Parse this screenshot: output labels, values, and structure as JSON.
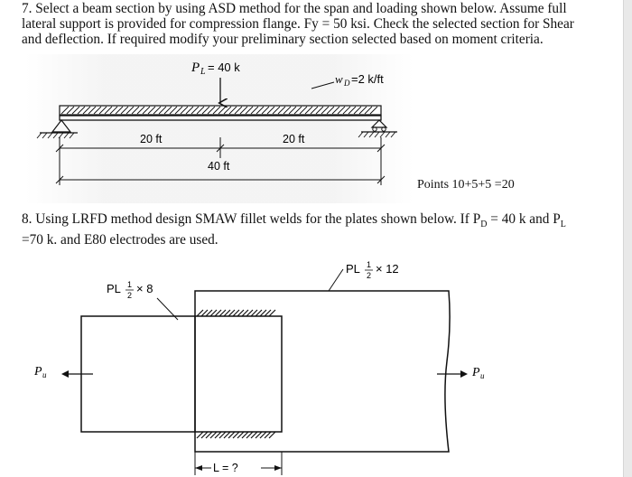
{
  "q7": {
    "text": "7. Select a beam section by using ASD method for the span and loading shown below. Assume full lateral support is provided for compression flange. Fy = 50 ksi. Check the selected section for Shear and deflection. If required modify your preliminary section selected based on moment criteria.",
    "pl_label": "P",
    "pl_sub": "L",
    "pl_value": "= 40 k",
    "wd_label": "w",
    "wd_sub": "D",
    "wd_value": "=2 k/ft",
    "dim_left": "20 ft",
    "dim_right": "20 ft",
    "dim_total": "40 ft",
    "points": "Points 10+5+5 =20"
  },
  "q8": {
    "line1_a": "8. Using LRFD method design SMAW fillet welds for the plates shown below. If P",
    "line1_sub_d": "D",
    "line1_b": " = 40 k and P",
    "line1_sub_l": "L",
    "line2": "=70 k. and E80 electrodes are used.",
    "plate_small_a": "PL",
    "plate_small_b": "× 8",
    "plate_large_a": "PL",
    "plate_large_b": "× 12",
    "frac_num": "1",
    "frac_den": "2",
    "force_label": "P",
    "force_sub": "u",
    "length_label": "L = ?"
  }
}
